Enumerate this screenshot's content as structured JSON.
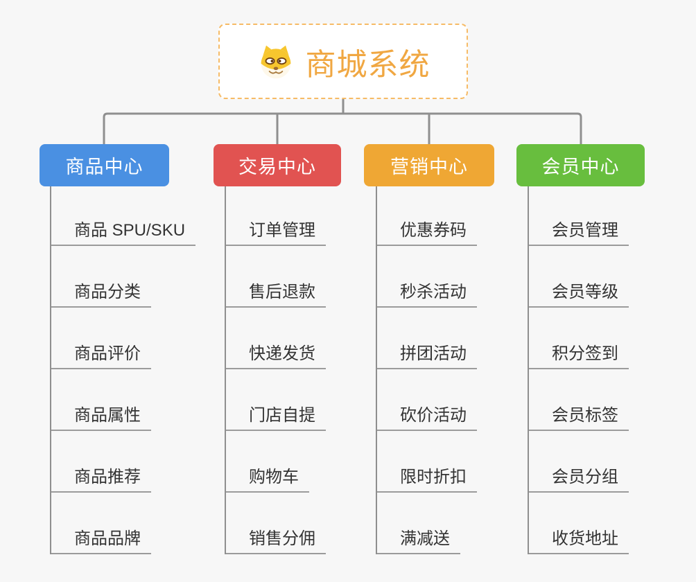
{
  "root": {
    "title": "商城系统",
    "icon": "dog-face-icon"
  },
  "branches": [
    {
      "label": "商品中心",
      "color": "#4a90e2",
      "children": [
        "商品 SPU/SKU",
        "商品分类",
        "商品评价",
        "商品属性",
        "商品推荐",
        "商品品牌"
      ]
    },
    {
      "label": "交易中心",
      "color": "#e15351",
      "children": [
        "订单管理",
        "售后退款",
        "快递发货",
        "门店自提",
        "购物车",
        "销售分佣"
      ]
    },
    {
      "label": "营销中心",
      "color": "#efa734",
      "children": [
        "优惠券码",
        "秒杀活动",
        "拼团活动",
        "砍价活动",
        "限时折扣",
        "满减送"
      ]
    },
    {
      "label": "会员中心",
      "color": "#68be3e",
      "children": [
        "会员管理",
        "会员等级",
        "积分签到",
        "会员标签",
        "会员分组",
        "收货地址"
      ]
    }
  ],
  "colors": {
    "root_title": "#f0a742",
    "root_border": "#f6bb66",
    "connector": "#8f8f8f",
    "underline": "#9b9b9b",
    "leaf_text": "#333333",
    "background": "#f7f7f7"
  }
}
